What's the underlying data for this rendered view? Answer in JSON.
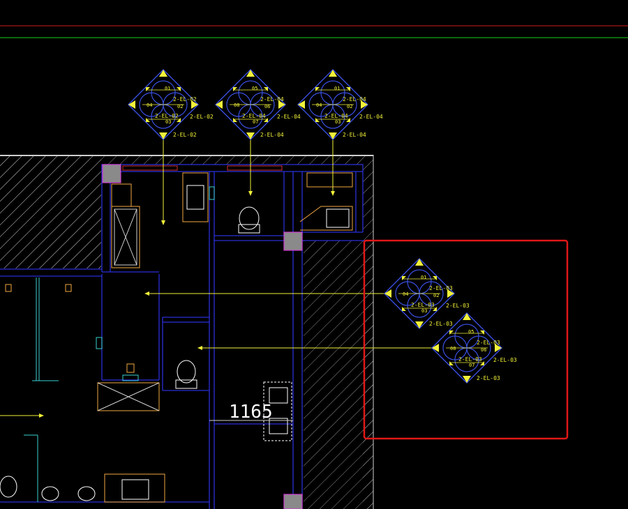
{
  "colors": {
    "background": "#000000",
    "wall": "#2a2fd6",
    "hatch": "#cfcfcf",
    "leader": "#f2f23a",
    "symbol_outline": "#3a4fe0",
    "symbol_fill": "#f2f23a",
    "column": "#8a8a8a",
    "column_border": "#d23ad2",
    "window": "#d23030",
    "fixture_orange": "#f0a840",
    "fixture_white": "#ffffff",
    "cyan": "#3ad0d0",
    "top_red_line": "#d01a1a",
    "top_green_line": "#1ad01a",
    "highlight": "#e01818"
  },
  "symbols": [
    {
      "id": "tag-a",
      "top": "01",
      "left": "04",
      "bottom": "03",
      "right": "02",
      "ref_top": "2-EL-02",
      "ref_mid": "2-EL-02",
      "ref_mid_out": "2-EL-02",
      "ref_bottom": "2-EL-02",
      "ref_bottom_out": "2-EL-02"
    },
    {
      "id": "tag-b",
      "top": "05",
      "left": "08",
      "bottom": "07",
      "right": "06",
      "ref_top": "2-EL-04",
      "ref_mid": "2-EL-04",
      "ref_mid_out": "2-EL-04",
      "ref_bottom": "2-EL-04",
      "ref_bottom_out": "2-EL-04"
    },
    {
      "id": "tag-c",
      "top": "01",
      "left": "04",
      "bottom": "03",
      "right": "02",
      "ref_top": "2-EL-04",
      "ref_mid": "2-EL-04",
      "ref_mid_out": "2-EL-04",
      "ref_bottom": "2-EL-04",
      "ref_bottom_out": "2-EL-04"
    },
    {
      "id": "tag-d",
      "top": "01",
      "left": "04",
      "bottom": "03",
      "right": "02",
      "ref_top": "2-EL-03",
      "ref_mid": "2-EL-03",
      "ref_mid_out": "2-EL-03",
      "ref_bottom": "2-EL-03",
      "ref_bottom_out": "2-EL-03"
    },
    {
      "id": "tag-e",
      "top": "05",
      "left": "08",
      "bottom": "07",
      "right": "06",
      "ref_top": "2-EL-03",
      "ref_mid": "2-EL-03",
      "ref_mid_out": "2-EL-03",
      "ref_bottom": "2-EL-03",
      "ref_bottom_out": "2-EL-03"
    }
  ],
  "dimension": "1165"
}
